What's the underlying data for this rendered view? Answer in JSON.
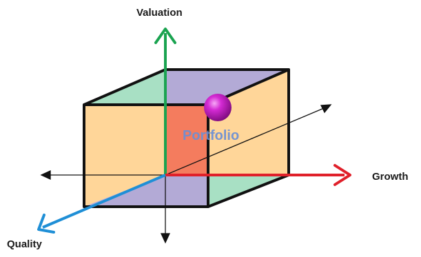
{
  "axes": {
    "valuation": "Valuation",
    "growth": "Growth",
    "quality": "Quality"
  },
  "marker": {
    "label": "Portfolio"
  },
  "colors": {
    "valuation_axis": "#1aa350",
    "growth_axis": "#e0202a",
    "quality_axis": "#1f8fd6",
    "plain_axis": "#111111",
    "cube_top_left": "#a8e0c4",
    "cube_top_right": "#b3aad6",
    "cube_left_face": "#ffd699",
    "cube_right_face": "#ffd699",
    "cube_inner_panel": "#f47c5e",
    "cube_bottom_left": "#b3aad6",
    "cube_bottom_right": "#a8e0c4",
    "cube_edge": "#111111",
    "marker_sphere": "#c21cc2"
  }
}
